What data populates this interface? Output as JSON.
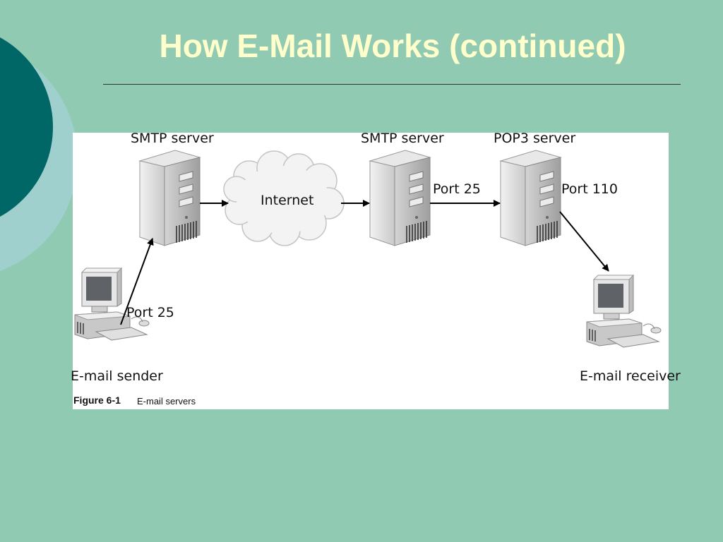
{
  "slide": {
    "title": "How E-Mail Works (continued)",
    "colors": {
      "background": "#90cab3",
      "title": "#ffffcc",
      "deco_dark": "#006666",
      "deco_light": "#9fd0ce"
    }
  },
  "diagram": {
    "nodes": {
      "smtp_server_1": {
        "label": "SMTP server",
        "icon": "server-tower-icon"
      },
      "internet": {
        "label": "Internet",
        "icon": "cloud-icon"
      },
      "smtp_server_2": {
        "label": "SMTP server",
        "icon": "server-tower-icon"
      },
      "pop3_server": {
        "label": "POP3 server",
        "icon": "server-tower-icon"
      },
      "sender": {
        "label": "E-mail sender",
        "icon": "desktop-computer-icon"
      },
      "receiver": {
        "label": "E-mail receiver",
        "icon": "desktop-computer-icon"
      }
    },
    "edges": [
      {
        "from": "sender",
        "to": "smtp_server_1",
        "label": "Port 25"
      },
      {
        "from": "smtp_server_1",
        "to": "internet",
        "label": ""
      },
      {
        "from": "internet",
        "to": "smtp_server_2",
        "label": ""
      },
      {
        "from": "smtp_server_2",
        "to": "pop3_server",
        "label": "Port 25"
      },
      {
        "from": "pop3_server",
        "to": "receiver",
        "label": "Port 110"
      }
    ],
    "caption": {
      "number": "Figure 6-1",
      "text": "E-mail servers"
    }
  }
}
